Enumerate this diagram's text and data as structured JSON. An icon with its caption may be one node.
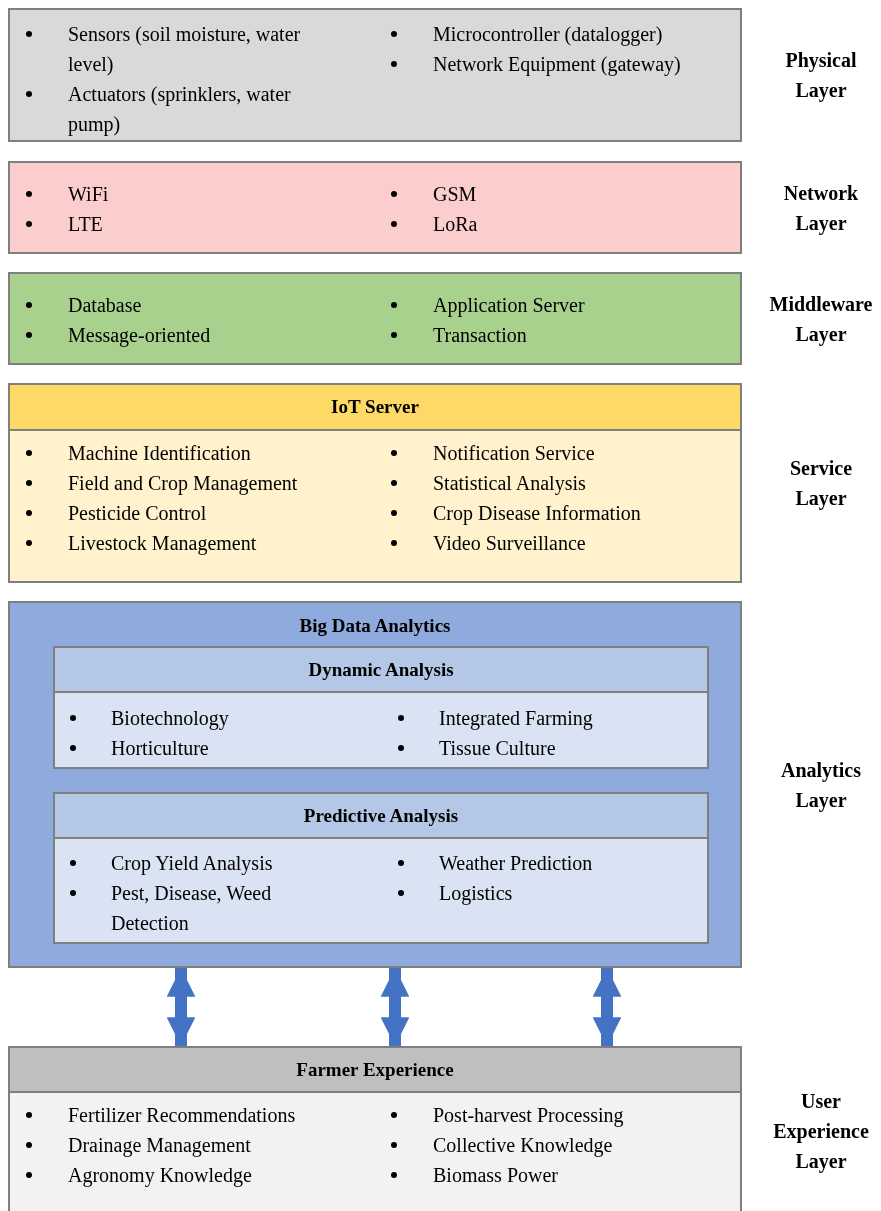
{
  "diagram": {
    "nodes": [
      {
        "text": [
          "Sensors (soil moisture, water level)",
          "Actuators (sprinklers, water pump)",
          "Microcontroller (datalogger)",
          "Network Equipment (gateway)"
        ],
        "beside": [
          "Physical Layer"
        ]
      },
      {
        "text": [
          "WiFi",
          "LTE",
          "GSM",
          "LoRa"
        ],
        "beside": [
          "Network Layer"
        ]
      },
      {
        "text": [
          "Database",
          "Message-oriented",
          "Application Server",
          "Transaction"
        ],
        "beside": [
          "Middleware Layer"
        ]
      },
      {
        "text": [
          "IoT Server",
          "Machine Identification",
          "Field and Crop Management",
          "Pesticide Control",
          "Livestock Management",
          "Notification Service",
          "Statistical Analysis",
          "Crop Disease Information",
          "Video Surveillance"
        ],
        "beside": [
          "Service Layer"
        ]
      },
      {
        "text": [
          "Big Data Analytics"
        ],
        "beside": [
          "Analytics Layer"
        ]
      },
      {
        "text": [
          "Dynamic Analysis",
          "Biotechnology",
          "Horticulture",
          "Integrated Farming",
          "Tissue Culture"
        ],
        "in": 4
      },
      {
        "text": [
          "Predictive Analysis",
          "Crop Yield Analysis",
          "Pest, Disease, Weed Detection",
          "Weather Prediction",
          "Logistics"
        ],
        "in": 4
      },
      {
        "text": [
          "Farmer Experience",
          "Fertilizer Recommendations",
          "Drainage Management",
          "Agronomy Knowledge",
          "Post-harvest Processing",
          "Collective Knowledge",
          "Biomass Power"
        ],
        "beside": [
          "User Experience Layer"
        ]
      }
    ],
    "edges": [
      {
        "from": 4,
        "to": 7,
        "arrow": "both"
      },
      {
        "from": 4,
        "to": 7,
        "arrow": "both"
      },
      {
        "from": 4,
        "to": 7,
        "arrow": "both"
      }
    ]
  }
}
